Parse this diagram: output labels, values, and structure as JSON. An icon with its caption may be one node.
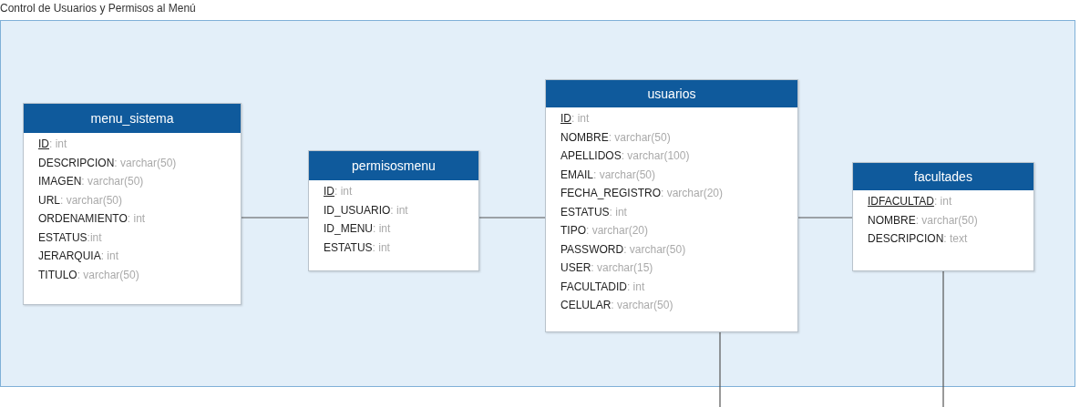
{
  "diagram": {
    "nodes": [
      {
        "text": [
          "Control de Usuarios y Permisos al Menú"
        ]
      },
      {
        "text": [
          "menu_sistema",
          "**ID**: int",
          "**DESCRIPCION**: varchar(50)",
          "**IMAGEN**: varchar(50)",
          "**URL**: varchar(50)",
          "**ORDENAMIENTO**: int",
          "**ESTATUS**:int",
          "**JERARQUIA**: int",
          "**TITULO**: varchar(50)"
        ],
        "in": 0
      },
      {
        "text": [
          "permisosmenu",
          "**ID**: int",
          "**ID_USUARIO**: int",
          "**ID_MENU**: int",
          "**ESTATUS**: int"
        ],
        "in": 0
      },
      {
        "text": [
          "usuarios",
          "**ID**: int",
          "**NOMBRE**: varchar(50)",
          "**APELLIDOS**: varchar(100)",
          "**EMAIL**: varchar(50)",
          "**FECHA_REGISTRO**: varchar(20)",
          "**ESTATUS**: int",
          "**TIPO**: varchar(20)",
          "**PASSWORD**: varchar(50)",
          "**USER**: varchar(15)",
          "**FACULTADID**: int",
          "**CELULAR**: varchar(50)"
        ],
        "in": 0
      },
      {
        "text": [
          "facultades",
          "**IDFACULTAD**: int",
          "**NOMBRE**: varchar(50)",
          "**DESCRIPCION**: text"
        ],
        "in": 0
      }
    ],
    "edges": [
      {
        "from": 1,
        "to": 2,
        "arrow": "none"
      },
      {
        "from": 2,
        "to": 3,
        "arrow": "none"
      },
      {
        "from": 3,
        "to": 4,
        "arrow": "none"
      },
      {
        "from": 3,
        "to": null,
        "arrow": "none"
      },
      {
        "from": 4,
        "to": null,
        "arrow": "none"
      }
    ]
  }
}
